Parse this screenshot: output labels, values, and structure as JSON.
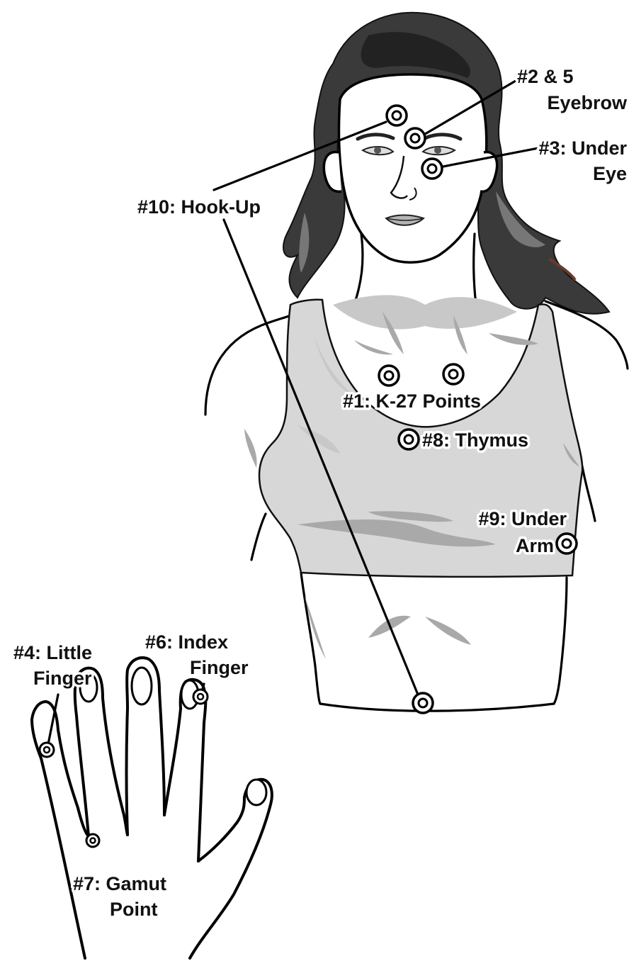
{
  "labels": {
    "eyebrow": {
      "line1": "#2 & 5",
      "line2": "Eyebrow"
    },
    "under_eye": {
      "line1": "#3: Under",
      "line2": "Eye"
    },
    "hook_up": "#10: Hook-Up",
    "k27": "#1: K-27 Points",
    "thymus": "#8: Thymus",
    "under_arm": {
      "line1": "#9: Under",
      "line2": "Arm"
    },
    "little_finger": {
      "line1": "#4: Little",
      "line2": "Finger"
    },
    "index_finger": {
      "line1": "#6: Index",
      "line2": "Finger"
    },
    "gamut": {
      "line1": "#7: Gamut",
      "line2": "Point"
    }
  },
  "colors": {
    "line": "#000000",
    "hair": "#3a3a3a",
    "top": "#d7d7d7",
    "shadow": "#a9a9a9"
  }
}
